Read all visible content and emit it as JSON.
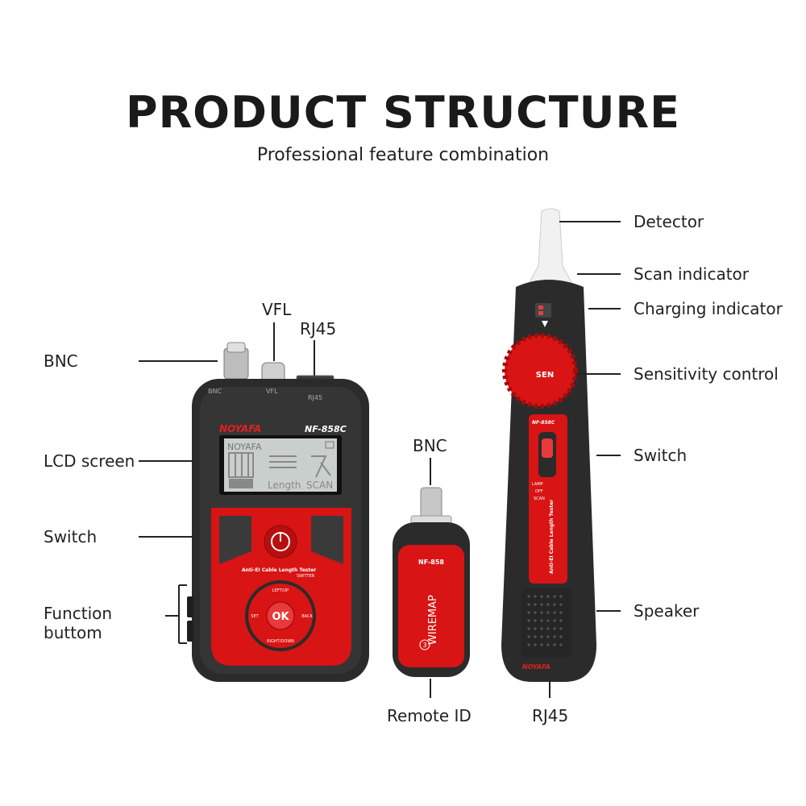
{
  "title": "PRODUCT STRUCTURE",
  "subtitle": "Professional feature combination",
  "labels": {
    "bnc_left": "BNC",
    "lcd_screen": "LCD screen",
    "switch_left": "Switch",
    "function_button_line1": "Function",
    "function_button_line2": "buttom",
    "vfl": "VFL",
    "rj45_top": "RJ45",
    "bnc_remote": "BNC",
    "remote_id": "Remote ID",
    "rj45_bottom": "RJ45",
    "detector": "Detector",
    "scan_indicator": "Scan indicator",
    "charging_indicator": "Charging indicator",
    "sensitivity_control": "Sensitivity control",
    "switch_right": "Switch",
    "speaker": "Speaker"
  },
  "device_text": {
    "brand": "NOYAFA",
    "model_main": "NF-858C",
    "lcd_brand": "NOYAFA",
    "lcd_length": "Length",
    "lcd_scan": "SCAN",
    "tester_name": "Anti-EI Cable Length Tester",
    "switter": "SWITTER",
    "btn_ok": "OK",
    "btn_up": "LEFT/UP",
    "btn_set": "SET",
    "btn_back": "BACK",
    "btn_down": "RIGHT/DOWN",
    "port_bnc": "BNC",
    "port_vfl": "VFL",
    "port_rj45": "RJ45",
    "remote_model": "NF-858",
    "remote_text": "WIREMAP",
    "remote_num": "3",
    "probe_sen": "SEN",
    "probe_model": "NF-858C",
    "probe_tester": "Anti-EI Cable Length Tester",
    "probe_lamp": "LAMP",
    "probe_off": "OFF",
    "probe_scan": "SCAN",
    "probe_brand": "NOYAFA"
  },
  "colors": {
    "device_red": "#d81414",
    "device_body": "#2b2b2b",
    "screen": "#c9cfcc"
  }
}
